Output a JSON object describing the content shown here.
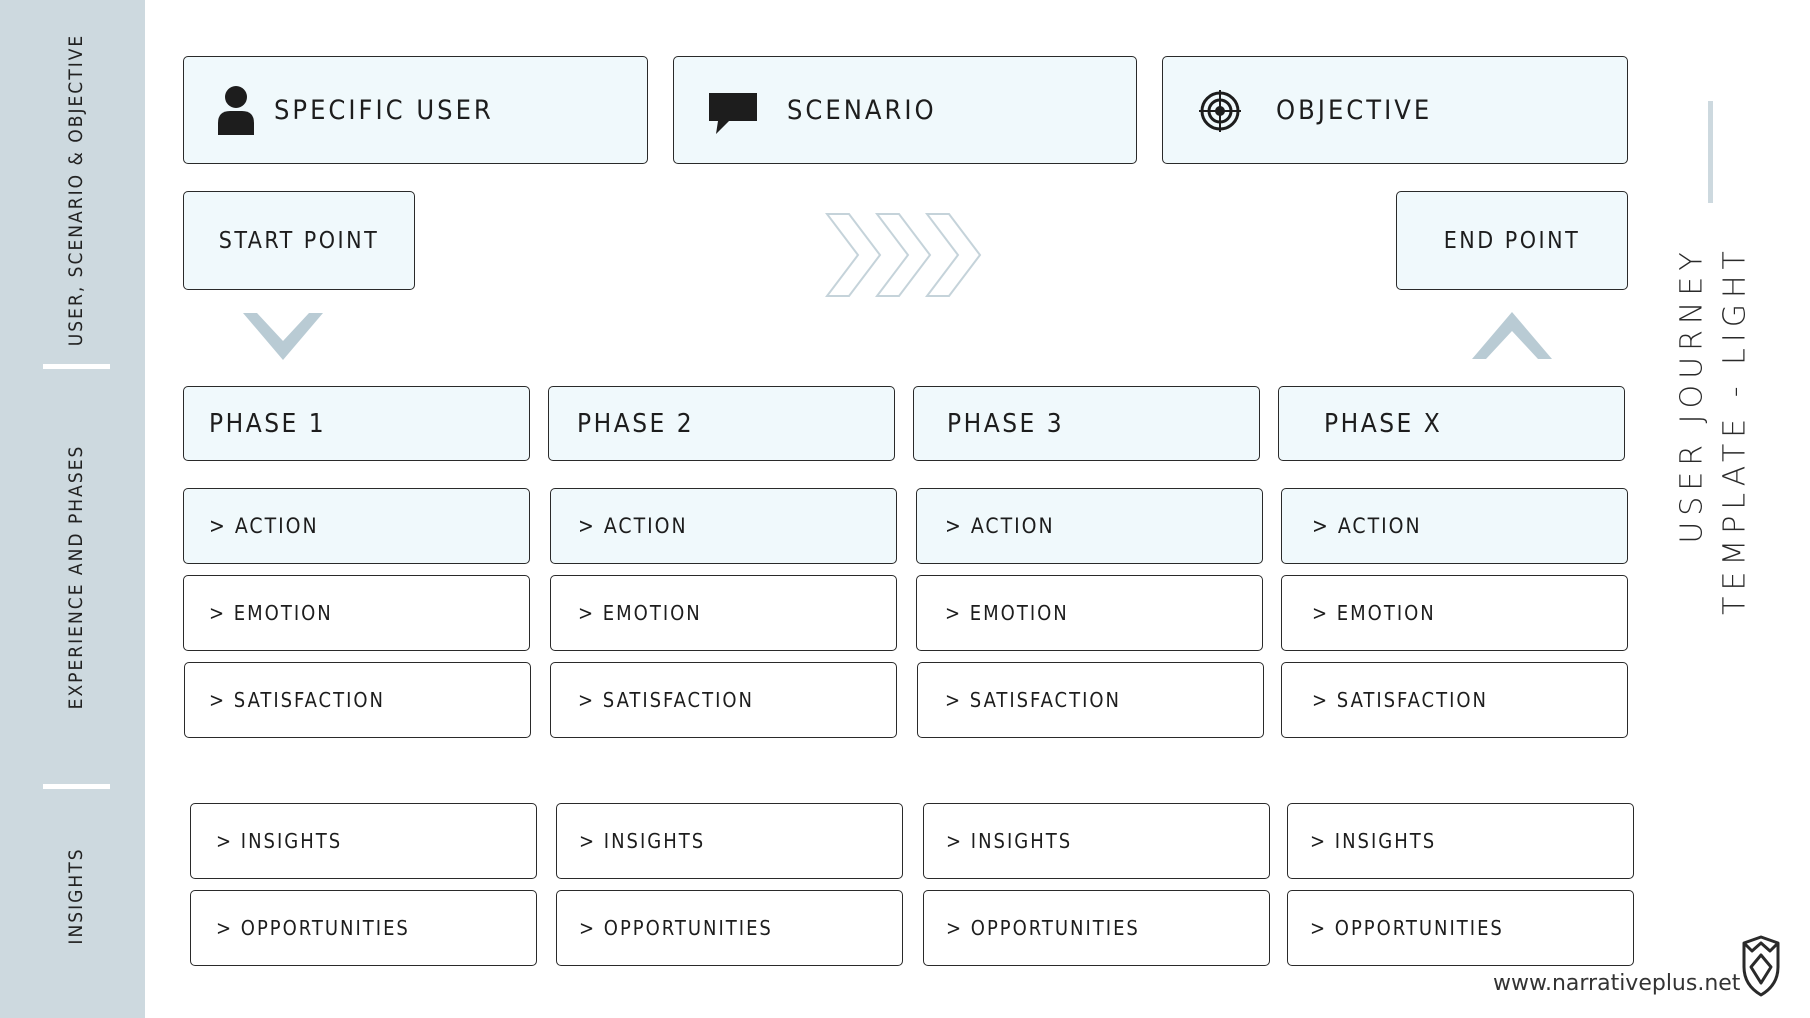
{
  "sidebar": {
    "section_labels": [
      "USER, SCENARIO & OBJECTIVE",
      "EXPERIENCE AND PHASES",
      "INSIGHTS"
    ],
    "color": "#cdd9df"
  },
  "header": {
    "user_label": "SPECIFIC USER",
    "scenario_label": "SCENARIO",
    "objective_label": "OBJECTIVE"
  },
  "flow": {
    "start_label": "START POINT",
    "end_label": "END POINT"
  },
  "phases": [
    {
      "name": "PHASE 1",
      "action": "> ACTION",
      "emotion": "> EMOTION",
      "satisfaction": "> SATISFACTION",
      "insights": "> INSIGHTS",
      "opportunities": "> OPPORTUNITIES"
    },
    {
      "name": "PHASE 2",
      "action": "> ACTION",
      "emotion": "> EMOTION",
      "satisfaction": "> SATISFACTION",
      "insights": "> INSIGHTS",
      "opportunities": "> OPPORTUNITIES"
    },
    {
      "name": "PHASE 3",
      "action": "> ACTION",
      "emotion": "> EMOTION",
      "satisfaction": "> SATISFACTION",
      "insights": "> INSIGHTS",
      "opportunities": "> OPPORTUNITIES"
    },
    {
      "name": "PHASE X",
      "action": "> ACTION",
      "emotion": "> EMOTION",
      "satisfaction": "> SATISFACTION",
      "insights": "> INSIGHTS",
      "opportunities": "> OPPORTUNITIES"
    }
  ],
  "title": {
    "line1": "USER JOURNEY",
    "line2": "TEMPLATE - LIGHT"
  },
  "footer": {
    "website": "www.narrativeplus.net"
  },
  "icons": {
    "user": "person-icon",
    "scenario": "speech-bubble-icon",
    "objective": "target-icon",
    "logo": "brand-logo-icon"
  },
  "colors": {
    "box_fill": "#f0f9fc",
    "accent": "#b9cbd4",
    "border": "#2a2a2a"
  }
}
